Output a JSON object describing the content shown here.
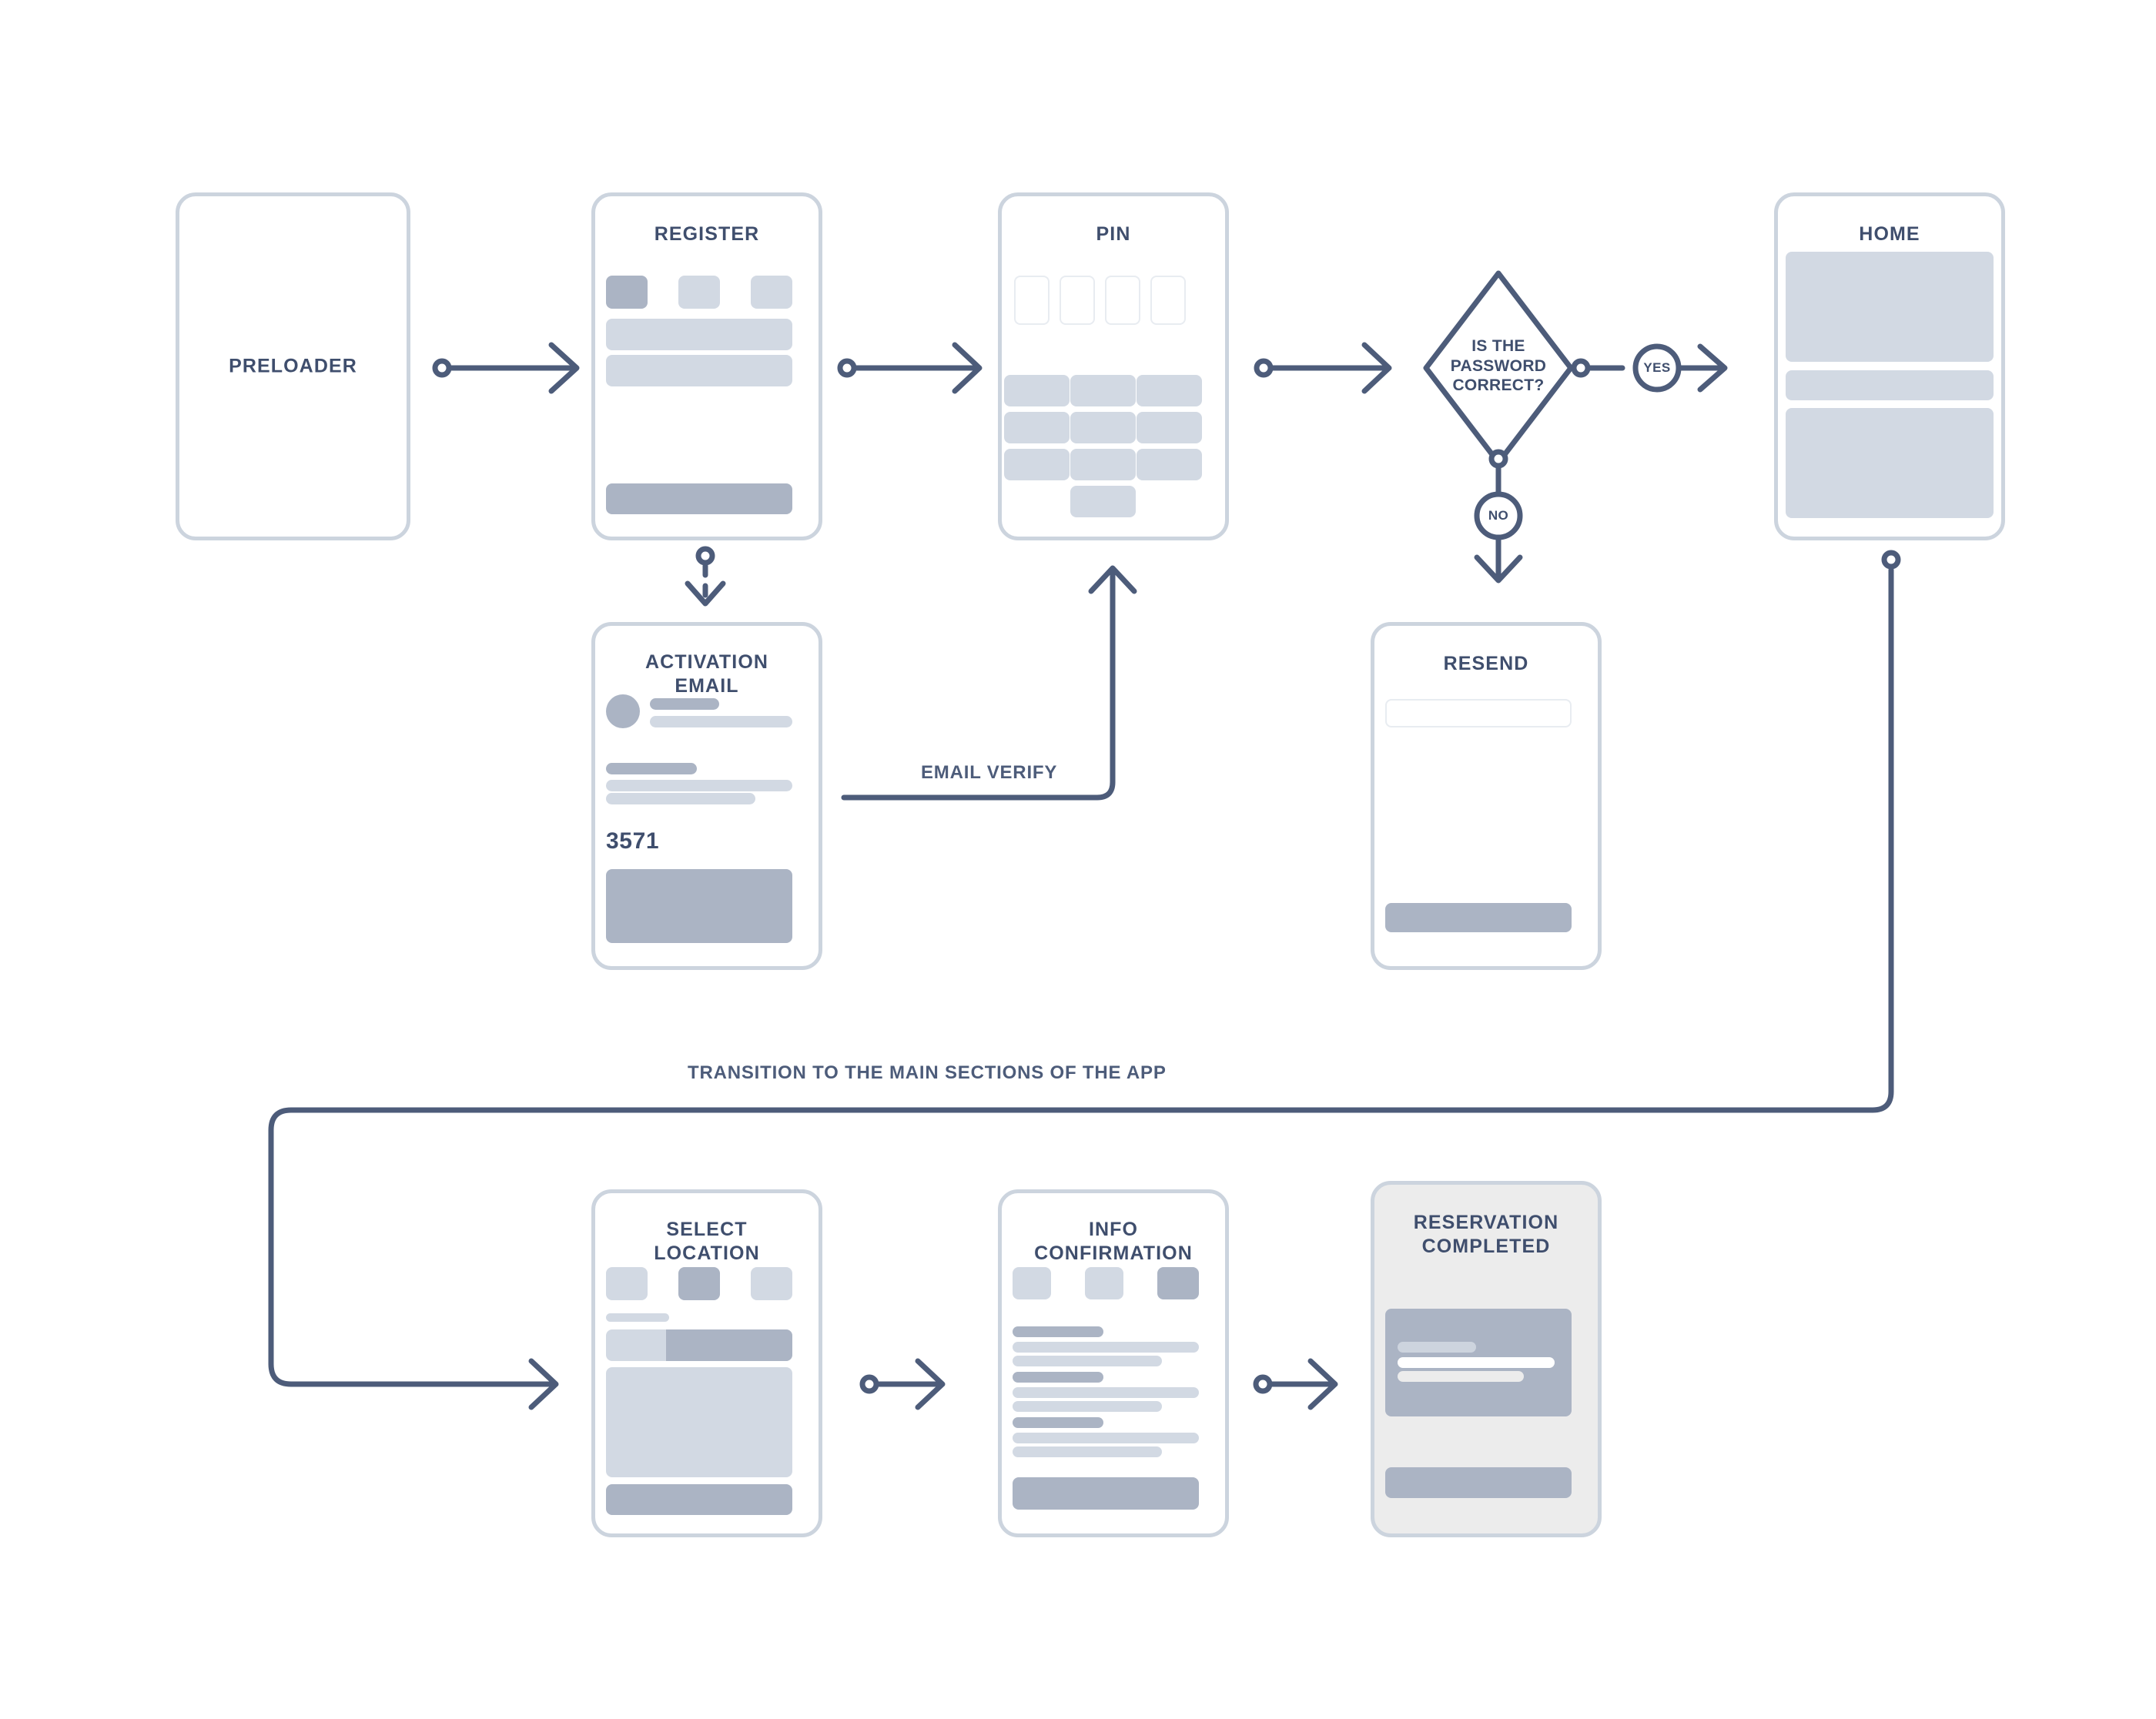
{
  "diagram": {
    "title_color": "#3f4e6d",
    "line_color": "#4d5c7a",
    "card_border_color": "#ccd4de",
    "placeholder_light": "#d2d9e3",
    "placeholder_dark": "#abb4c4",
    "screens": {
      "preloader": {
        "title": "PRELOADER"
      },
      "register": {
        "title": "REGISTER"
      },
      "pin": {
        "title": "PIN"
      },
      "home": {
        "title": "HOME"
      },
      "activation_email": {
        "title_line1": "ACTIVATION",
        "title_line2": "EMAIL",
        "code": "3571"
      },
      "resend": {
        "title": "RESEND"
      },
      "select_location": {
        "title_line1": "SELECT",
        "title_line2": "LOCATION"
      },
      "info_confirmation": {
        "title_line1": "INFO",
        "title_line2": "CONFIRMATION"
      },
      "reservation_completed": {
        "title_line1": "RESERVATION",
        "title_line2": "COMPLETED"
      }
    },
    "decision": {
      "question_line1": "IS THE",
      "question_line2": "PASSWORD",
      "question_line3": "CORRECT?",
      "yes_label": "YES",
      "no_label": "NO"
    },
    "edge_labels": {
      "email_verify": "EMAIL VERIFY",
      "transition": "TRANSITION TO THE MAIN SECTIONS OF THE APP"
    }
  }
}
